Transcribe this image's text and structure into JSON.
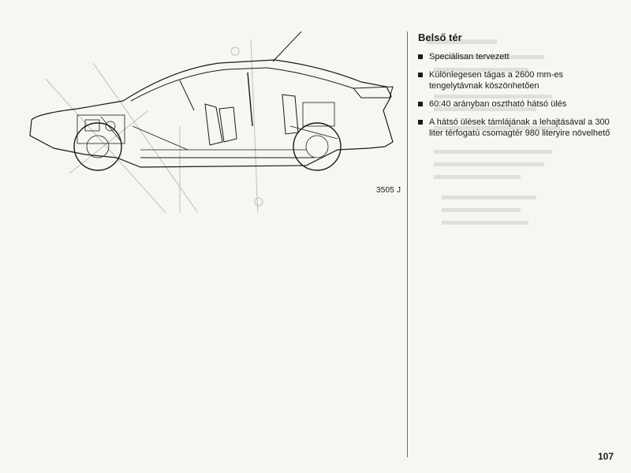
{
  "figure": {
    "code": "3505 J"
  },
  "section": {
    "title": "Belső tér",
    "items": [
      {
        "text": "Speciálisan tervezett"
      },
      {
        "text": "Különlegesen tágas a 2600 mm-es tengelytávnak köszönhetően"
      },
      {
        "text": "60:40 arányban osztható hátsó ülés"
      },
      {
        "text": "A hátsó ülések támlájának a lehajtásával a 300 liter térfogatú csomagtér 980 literyire növelhető"
      }
    ]
  },
  "page_number": "107"
}
